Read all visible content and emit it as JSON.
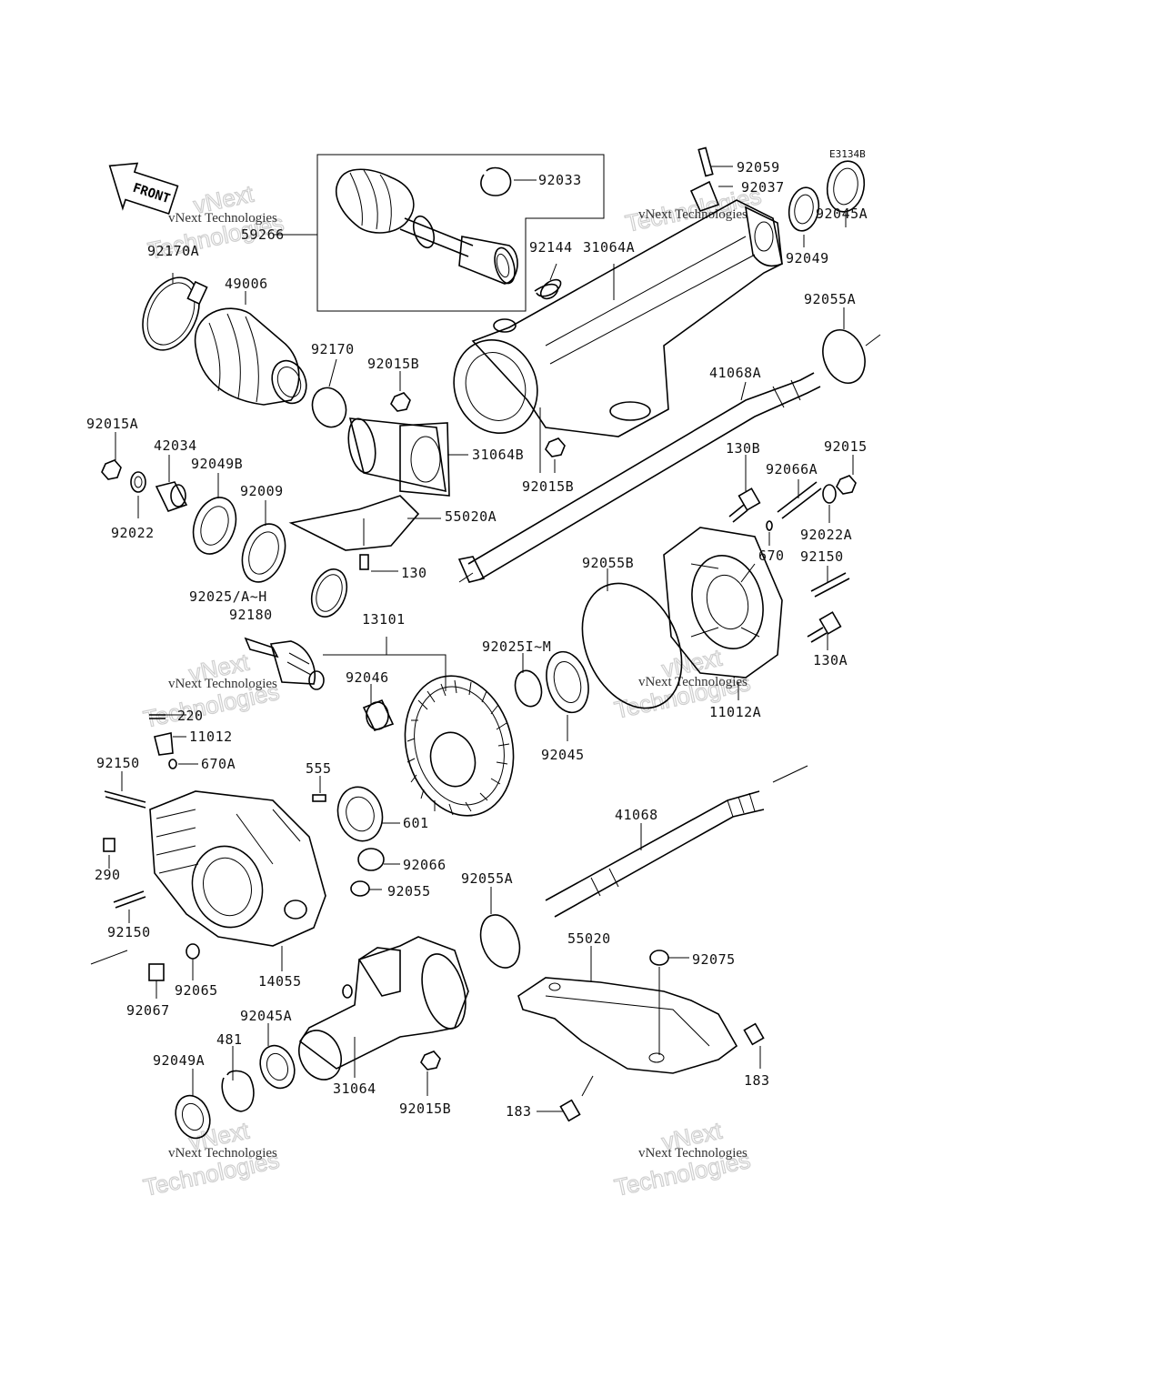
{
  "diagram": {
    "code": "E3134B",
    "front_label": "FRONT",
    "watermark": {
      "line1": "vNext Technologies",
      "line2": "vNext",
      "line3": "Technologies"
    },
    "labels": [
      {
        "id": "92059",
        "text": "92059"
      },
      {
        "id": "92037",
        "text": "92037"
      },
      {
        "id": "92033",
        "text": "92033"
      },
      {
        "id": "59266",
        "text": "59266"
      },
      {
        "id": "92170A",
        "text": "92170A"
      },
      {
        "id": "49006",
        "text": "49006"
      },
      {
        "id": "92144",
        "text": "92144"
      },
      {
        "id": "31064A",
        "text": "31064A"
      },
      {
        "id": "92049",
        "text": "92049"
      },
      {
        "id": "92045A_top",
        "text": "92045A"
      },
      {
        "id": "92055A_top",
        "text": "92055A"
      },
      {
        "id": "92170",
        "text": "92170"
      },
      {
        "id": "92015B_a",
        "text": "92015B"
      },
      {
        "id": "41068A",
        "text": "41068A"
      },
      {
        "id": "92015A",
        "text": "92015A"
      },
      {
        "id": "42034",
        "text": "42034"
      },
      {
        "id": "92049B",
        "text": "92049B"
      },
      {
        "id": "31064B",
        "text": "31064B"
      },
      {
        "id": "92015B_b",
        "text": "92015B"
      },
      {
        "id": "130B",
        "text": "130B"
      },
      {
        "id": "92015",
        "text": "92015"
      },
      {
        "id": "92066A",
        "text": "92066A"
      },
      {
        "id": "92009",
        "text": "92009"
      },
      {
        "id": "92022",
        "text": "92022"
      },
      {
        "id": "55020A",
        "text": "55020A"
      },
      {
        "id": "92022A",
        "text": "92022A"
      },
      {
        "id": "670",
        "text": "670"
      },
      {
        "id": "92150_r",
        "text": "92150"
      },
      {
        "id": "92055B",
        "text": "92055B"
      },
      {
        "id": "130",
        "text": "130"
      },
      {
        "id": "92025AH",
        "text": "92025/A~H"
      },
      {
        "id": "92180",
        "text": "92180"
      },
      {
        "id": "13101",
        "text": "13101"
      },
      {
        "id": "92025IM",
        "text": "92025I~M"
      },
      {
        "id": "130A",
        "text": "130A"
      },
      {
        "id": "92046",
        "text": "92046"
      },
      {
        "id": "11012A",
        "text": "11012A"
      },
      {
        "id": "220",
        "text": "220"
      },
      {
        "id": "11012",
        "text": "11012"
      },
      {
        "id": "92045",
        "text": "92045"
      },
      {
        "id": "92150_l1",
        "text": "92150"
      },
      {
        "id": "670A",
        "text": "670A"
      },
      {
        "id": "555",
        "text": "555"
      },
      {
        "id": "601",
        "text": "601"
      },
      {
        "id": "41068",
        "text": "41068"
      },
      {
        "id": "92066",
        "text": "92066"
      },
      {
        "id": "290",
        "text": "290"
      },
      {
        "id": "92055",
        "text": "92055"
      },
      {
        "id": "92055A_low",
        "text": "92055A"
      },
      {
        "id": "92150_l2",
        "text": "92150"
      },
      {
        "id": "55020",
        "text": "55020"
      },
      {
        "id": "92075",
        "text": "92075"
      },
      {
        "id": "92067",
        "text": "92067"
      },
      {
        "id": "92065",
        "text": "92065"
      },
      {
        "id": "14055",
        "text": "14055"
      },
      {
        "id": "92045A_low",
        "text": "92045A"
      },
      {
        "id": "481",
        "text": "481"
      },
      {
        "id": "92049A",
        "text": "92049A"
      },
      {
        "id": "183_r",
        "text": "183"
      },
      {
        "id": "31064",
        "text": "31064"
      },
      {
        "id": "92015B_c",
        "text": "92015B"
      },
      {
        "id": "183_l",
        "text": "183"
      }
    ]
  }
}
